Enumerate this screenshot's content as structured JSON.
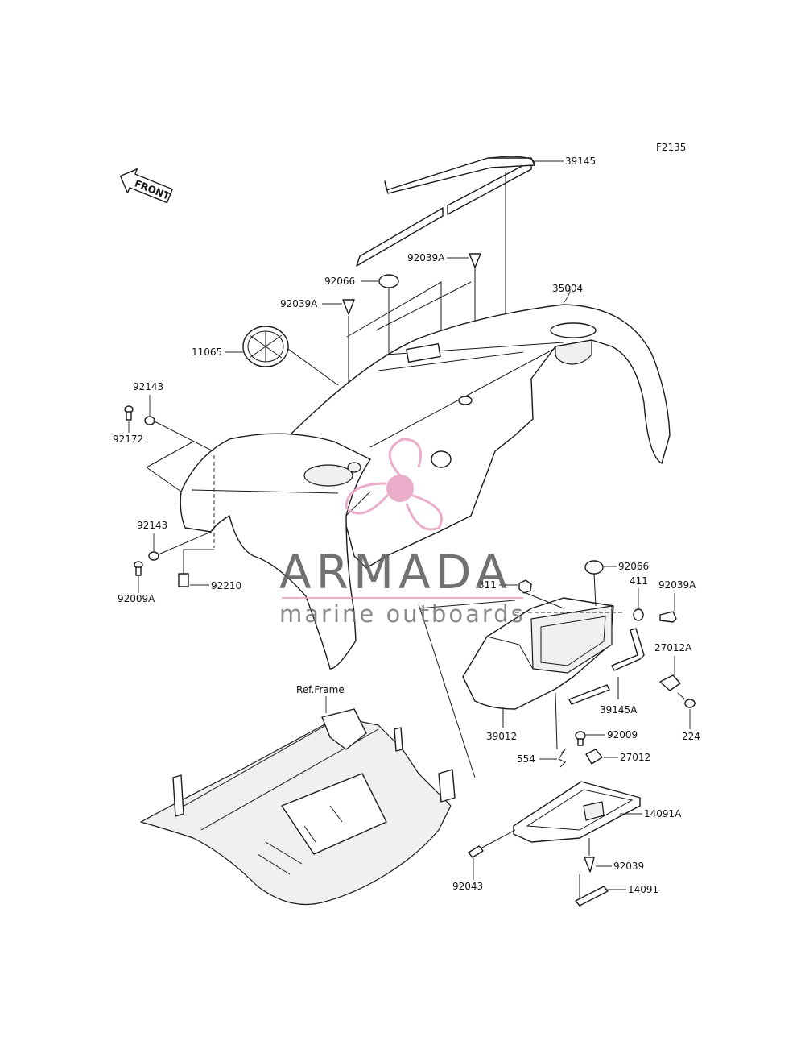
{
  "figure_code": "F2135",
  "direction_arrow": "FRONT",
  "ref_label": "Ref.Frame",
  "watermark": {
    "title": "ARMADA",
    "subtitle": "marine outboards",
    "accent_color": "#e8a2c3",
    "text_color": "#5e5e5e"
  },
  "callouts": [
    {
      "id": "39145",
      "text": "39145"
    },
    {
      "id": "92039A-top",
      "text": "92039A"
    },
    {
      "id": "92066-top",
      "text": "92066"
    },
    {
      "id": "92039A-left",
      "text": "92039A"
    },
    {
      "id": "35004",
      "text": "35004"
    },
    {
      "id": "11065",
      "text": "11065"
    },
    {
      "id": "92143-top",
      "text": "92143"
    },
    {
      "id": "92172",
      "text": "92172"
    },
    {
      "id": "92143-low",
      "text": "92143"
    },
    {
      "id": "92009A",
      "text": "92009A"
    },
    {
      "id": "92210",
      "text": "92210"
    },
    {
      "id": "311",
      "text": "311"
    },
    {
      "id": "92066-right",
      "text": "92066"
    },
    {
      "id": "411",
      "text": "411"
    },
    {
      "id": "92039A-right",
      "text": "92039A"
    },
    {
      "id": "27012A",
      "text": "27012A"
    },
    {
      "id": "39145A",
      "text": "39145A"
    },
    {
      "id": "224",
      "text": "224"
    },
    {
      "id": "39012",
      "text": "39012"
    },
    {
      "id": "92009",
      "text": "92009"
    },
    {
      "id": "554",
      "text": "554"
    },
    {
      "id": "27012",
      "text": "27012"
    },
    {
      "id": "14091A",
      "text": "14091A"
    },
    {
      "id": "92043",
      "text": "92043"
    },
    {
      "id": "92039",
      "text": "92039"
    },
    {
      "id": "14091",
      "text": "14091"
    }
  ]
}
